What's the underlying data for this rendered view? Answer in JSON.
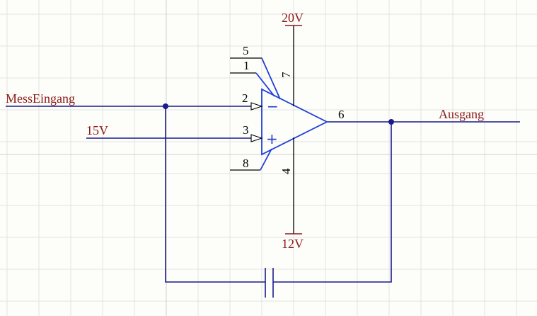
{
  "colors": {
    "wire": "#1a1a8c",
    "opamp": "#1f3fd6",
    "net_label": "#8b1a1a",
    "pin": "#000000",
    "grid": "#e2e2e2"
  },
  "nets": {
    "input": "MessEingang",
    "reference": "15V",
    "output": "Ausgang",
    "supply_positive": "20V",
    "supply_negative": "12V"
  },
  "opamp": {
    "inverting_symbol": "−",
    "noninverting_symbol": "+",
    "pins": {
      "offset_5": "5",
      "offset_1": "1",
      "inverting": "2",
      "noninverting": "3",
      "pin_8": "8",
      "output": "6",
      "vplus": "7",
      "vminus": "4"
    }
  }
}
